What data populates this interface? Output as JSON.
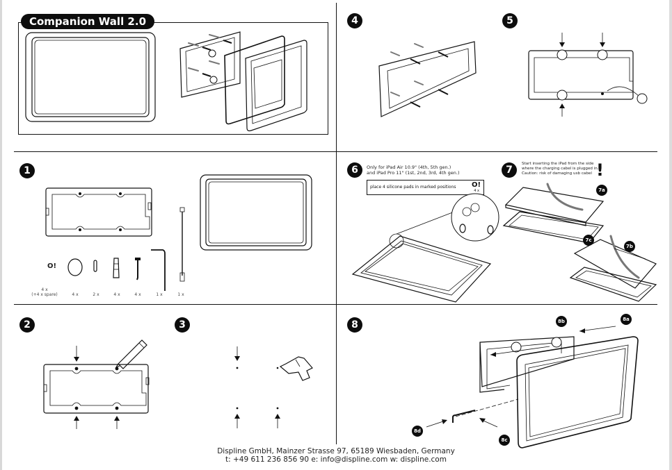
{
  "title": "Companion Wall 2.0",
  "steps": [
    {
      "number": "1",
      "label": "parts-list"
    },
    {
      "number": "2",
      "label": "mark-holes"
    },
    {
      "number": "3",
      "label": "drill-holes"
    },
    {
      "number": "4",
      "label": "mount-plate"
    },
    {
      "number": "5",
      "label": "place-pads"
    },
    {
      "number": "6",
      "label": "silicone-pads"
    },
    {
      "number": "7",
      "label": "insert-ipad"
    },
    {
      "number": "8",
      "label": "attach-frame"
    }
  ],
  "parts": [
    {
      "icon": "silicone-pad-icon",
      "glyph": "O!",
      "qty_line1": "4 x",
      "qty_line2": "(+4 x spare)"
    },
    {
      "icon": "round-cap-icon",
      "qty_line1": "4 x"
    },
    {
      "icon": "pin-icon",
      "qty_line1": "2 x"
    },
    {
      "icon": "wall-plug-icon",
      "qty_line1": "4 x"
    },
    {
      "icon": "screw-icon",
      "qty_line1": "4 x"
    },
    {
      "icon": "allen-key-icon",
      "qty_line1": "1 x"
    },
    {
      "icon": "cable-icon",
      "qty_line1": "1 x"
    }
  ],
  "step6": {
    "note_line1": "Only for iPad Air 10.9\" (4th, 5th gen.)",
    "note_line2": "and iPad Pro 11\" (1st, 2nd, 3rd, 4th gen.)",
    "box_text": "place 4 silicone pads in marked positions",
    "box_icon": "O!",
    "box_qty": "4 x"
  },
  "step7": {
    "note_line1": "Start inserting the iPad from the side",
    "note_line2": "where the charging cabel is plugged in.",
    "note_line3": "Caution: risk of damaging usb cabel",
    "warn": "!",
    "callouts": [
      "7a",
      "7b",
      "7c"
    ]
  },
  "step8": {
    "callouts": [
      "8a",
      "8b",
      "8c",
      "8d"
    ]
  },
  "footer": {
    "line1": "Displine GmbH, Mainzer Strasse 97, 65189 Wiesbaden, Germany",
    "line2": "t: +49 611 236 856 90 e: info@displine.com w: displine.com"
  }
}
